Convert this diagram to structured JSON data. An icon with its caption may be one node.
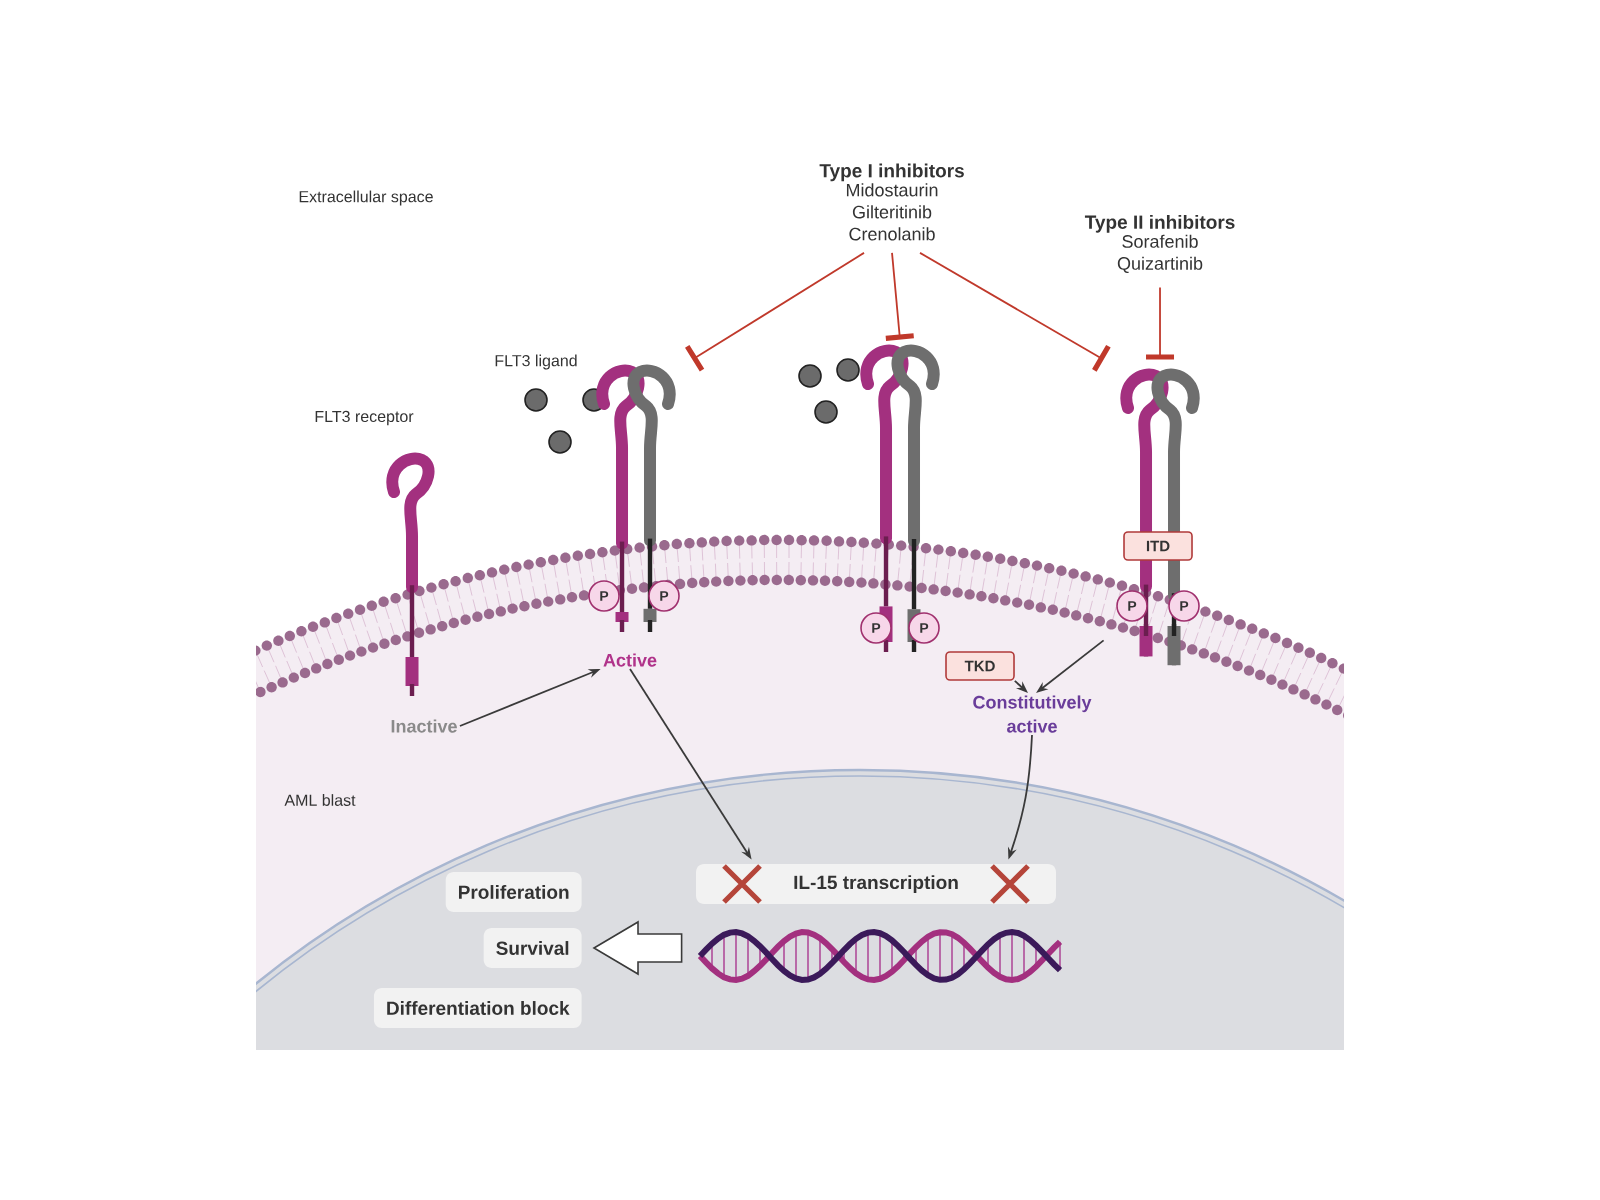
{
  "diagram": {
    "nodes": [
      {
        "text": [
          "Type I inhibitors",
          "Midostaurin Gilteritinib Crenolanib"
        ]
      },
      {
        "text": [
          "Type II inhibitors",
          "Sorafenib Quizartinib"
        ]
      },
      {
        "text": [
          "Inactive"
        ]
      },
      {
        "text": [
          "Active"
        ]
      },
      {
        "text": [],
        "shape": "picture"
      },
      {
        "text": [],
        "shape": "picture"
      },
      {
        "text": [],
        "shape": "picture"
      },
      {
        "text": [
          "TKD"
        ]
      },
      {
        "text": [
          "ITD"
        ],
        "in": 6
      },
      {
        "text": [
          "Constitutively active"
        ]
      },
      {
        "text": [
          "IL-15 transcription"
        ]
      },
      {
        "text": [],
        "shape": "picture"
      },
      {
        "text": [
          "Proliferation"
        ]
      },
      {
        "text": [
          "Survival"
        ]
      },
      {
        "text": [
          "Differentiation block"
        ]
      },
      {
        "text": [
          "P"
        ],
        "in": 4
      },
      {
        "text": [
          "P"
        ],
        "in": 4
      },
      {
        "text": [
          "P"
        ],
        "in": 5
      },
      {
        "text": [
          "P"
        ],
        "in": 5
      },
      {
        "text": [
          "P"
        ],
        "in": 6
      },
      {
        "text": [
          "P"
        ],
        "in": 6
      }
    ],
    "edges": [
      {
        "from": 0,
        "to": 4,
        "arrow": "other",
        "color": "#c0392b"
      },
      {
        "from": 0,
        "to": 5,
        "arrow": "other",
        "color": "#c0392b"
      },
      {
        "from": 0,
        "to": 6,
        "arrow": "other",
        "color": "#c0392b"
      },
      {
        "from": 1,
        "to": 6,
        "arrow": "other",
        "color": "#c0392b"
      },
      {
        "from": 2,
        "to": 3,
        "arrow": "to"
      },
      {
        "from": 3,
        "to": 10,
        "arrow": "to"
      },
      {
        "from": 7,
        "to": 9,
        "arrow": "to"
      },
      {
        "from": 6,
        "to": 9,
        "arrow": "to"
      },
      {
        "from": 9,
        "to": 10,
        "arrow": "to"
      },
      {
        "from": 11,
        "to": 13,
        "arrow": "to",
        "style": "thick"
      }
    ],
    "labels": [
      "Extracellular space",
      "FLT3 ligand",
      "FLT3 receptor",
      "AML blast"
    ]
  }
}
